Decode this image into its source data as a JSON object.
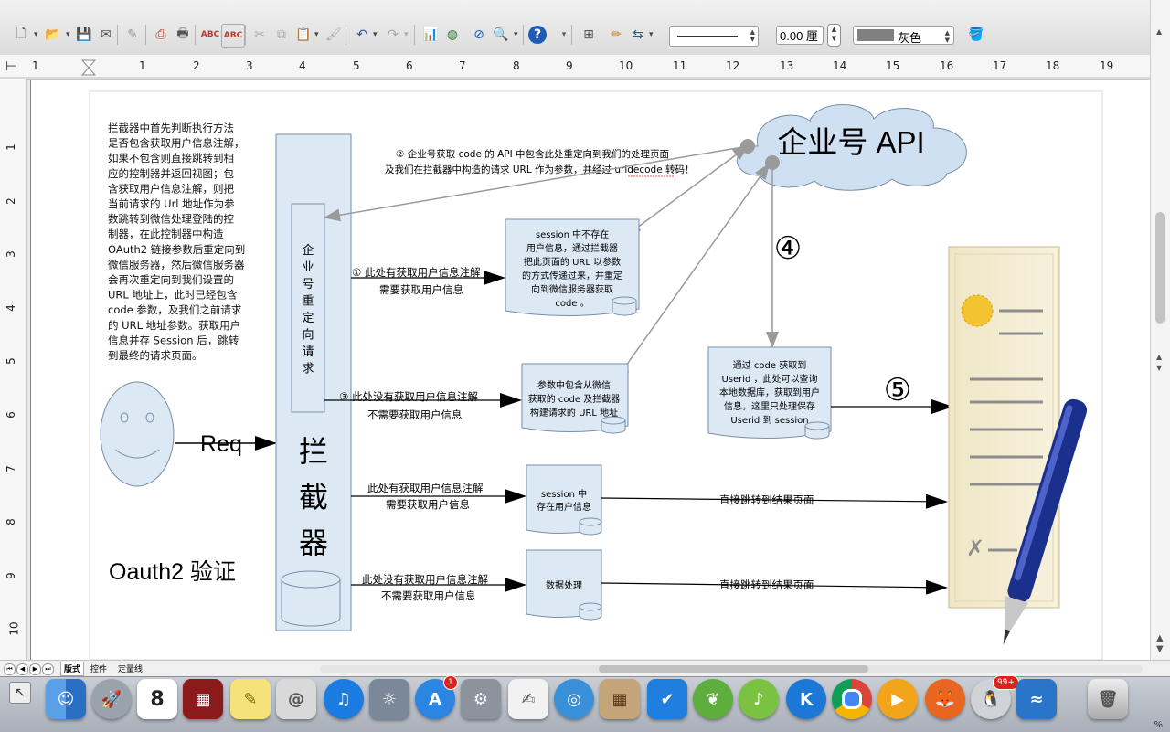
{
  "toolbar": {
    "zoom_value": "0.00 厘",
    "color_label": "灰色",
    "chart_label": "",
    "icons": [
      "new",
      "open",
      "save",
      "mail",
      "edit",
      "pdf",
      "print",
      "spellcheck",
      "autospell",
      "cut",
      "copy",
      "paste",
      "format-paint",
      "undo",
      "redo",
      "chart",
      "navigator",
      "gallery",
      "zoom",
      "help",
      "show-draw",
      "line-style",
      "arrow-style",
      "line-color",
      "fill-color",
      "area"
    ]
  },
  "ruler": {
    "h_ticks": [
      "1",
      "1",
      "2",
      "3",
      "4",
      "5",
      "6",
      "7",
      "8",
      "9",
      "10",
      "11",
      "12",
      "13",
      "14",
      "15",
      "16",
      "17",
      "18",
      "19"
    ],
    "v_ticks": [
      "1",
      "2",
      "3",
      "4",
      "5",
      "6",
      "7",
      "8",
      "9",
      "10"
    ]
  },
  "diagram": {
    "left_text": [
      "拦截器中首先判断执行方法",
      "是否包含获取用户信息注解，",
      "如果不包含则直接跳转到相",
      "应的控制器并返回视图；包",
      "含获取用户信息注解，则把",
      "当前请求的 Url 地址作为参",
      "数跳转到微信处理登陆的控",
      "制器，在此控制器中构造",
      "OAuth2 链接参数后重定向到",
      "微信服务器，然后微信服务器",
      "会再次重定向到我们设置的",
      "URL 地址上，此时已经包含",
      "code 参数，及我们之前请求",
      "的 URL 地址参数。获取用户",
      "信息并存 Session 后，跳转",
      "到最终的请求页面。"
    ],
    "api_cloud": "企业号 API",
    "step2_line1": "②  企业号获取 code 的 API 中包含此处重定向到我们的处理页面",
    "step2_line2": "及我们在拦截器中构造的请求 URL 作为参数，并经过 urldecode 转码！",
    "redirect_vertical": [
      "企",
      "业",
      "号",
      "重",
      "定",
      "向",
      "请",
      "求"
    ],
    "interceptor_label": [
      "拦",
      "截",
      "器"
    ],
    "req_label": "Req",
    "oauth_label": "Oauth2 验证",
    "step1_line1": "①  此处有获取用户信息注解",
    "step1_line2": "需要获取用户信息",
    "step3_line1": "③  此处没有获取用户信息注解",
    "step3_line2": "不需要获取用户信息",
    "row4_line1": "此处有获取用户信息注解",
    "row4_line2": "需要获取用户信息",
    "row5_line1": "此处没有获取用户信息注解",
    "row5_line2": "不需要获取用户信息",
    "doc_session_missing": [
      "session 中不存在",
      "用户信息，通过拦截器",
      "把此页面的 URL 以参数",
      "的方式传递过来，并重定",
      "向到微信服务器获取",
      "code 。"
    ],
    "doc_params": [
      "参数中包含从微信",
      "获取的 code 及拦截器",
      "构建请求的 URL 地址"
    ],
    "doc_userid": [
      "通过 code 获取到",
      "Userid ，此处可以查询",
      "本地数据库，获取到用户",
      "信息，这里只处理保存",
      "Userid 到 session"
    ],
    "doc_session_exists": [
      "session 中",
      "存在用户信息"
    ],
    "doc_data": "数据处理",
    "step4_label": "④",
    "step5_label": "⑤",
    "jump_label": "直接跳转到结果页面"
  },
  "tabs": [
    "版式",
    "控件",
    "定量线"
  ],
  "dock": {
    "calendar_day": "8",
    "appstore_badge": "1",
    "qq_badge": "99+",
    "apps": [
      "finder",
      "launchpad",
      "calendar",
      "photo-booth",
      "notes",
      "contacts",
      "itunes",
      "photos",
      "app-store",
      "system-preferences",
      "textedit",
      "safari",
      "calculator-ish",
      "security",
      "spring",
      "music",
      "kugou",
      "chrome",
      "player",
      "firefox",
      "qq",
      "sync",
      "trash"
    ]
  },
  "status": {
    "percent": "%"
  }
}
